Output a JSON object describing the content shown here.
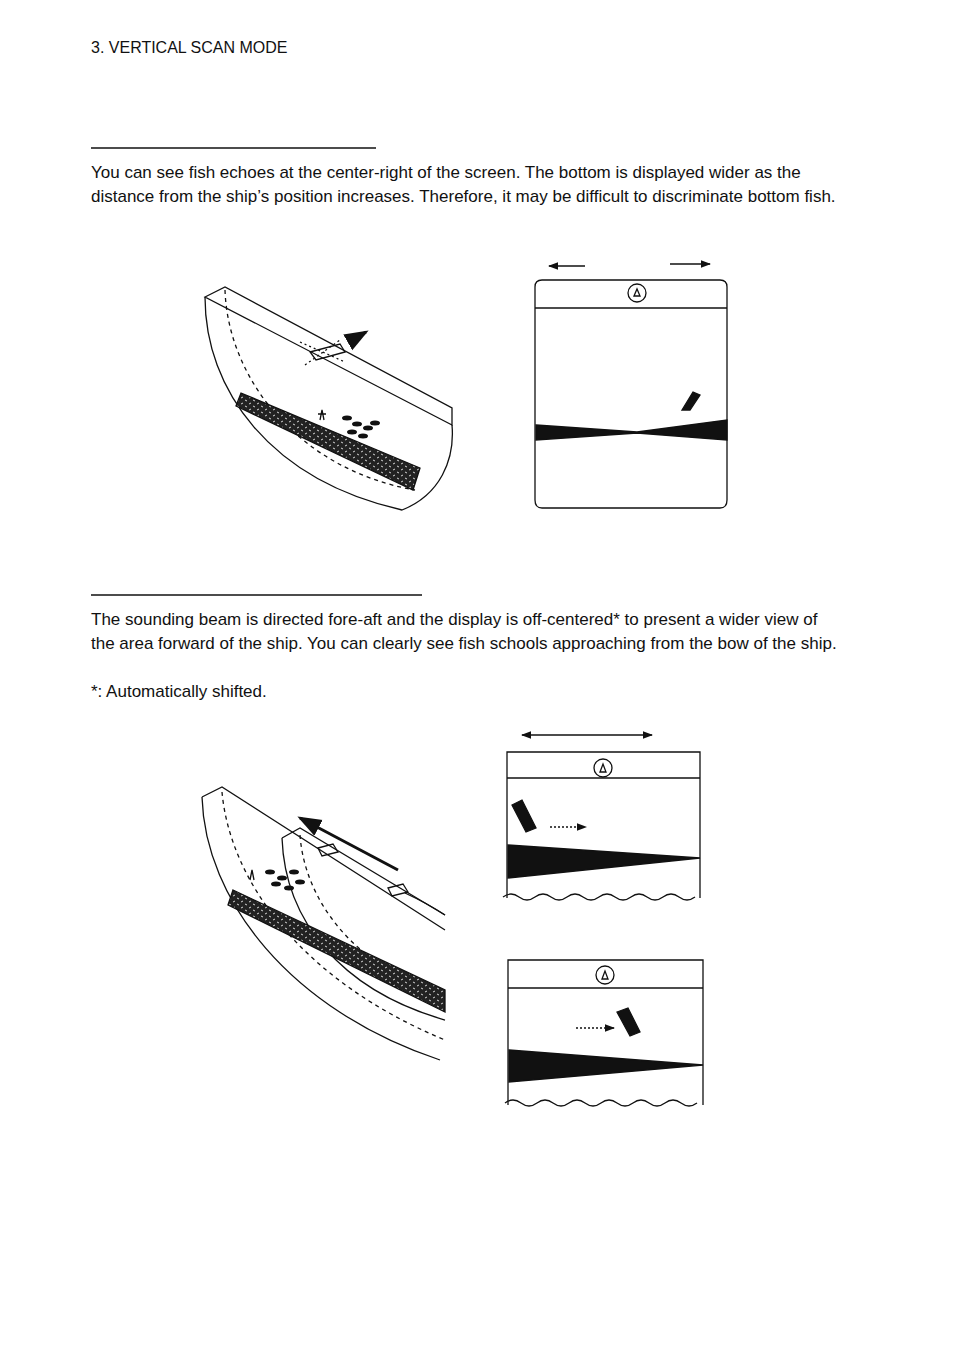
{
  "diagram": {
    "labels": [
      "3. VERTICAL SCAN MODE",
      "You can see fish echoes at the center-right of the screen. The bottom is displayed wider as the distance from the ship’s position increases. Therefore, it may be difficult to discriminate bottom fish.",
      "The sounding beam is directed fore-aft and the display is off-centered* to present a wider view of the area forward of the ship. You can clearly see fish schools approaching from the bow of the ship.",
      "*: Automatically shifted."
    ]
  }
}
